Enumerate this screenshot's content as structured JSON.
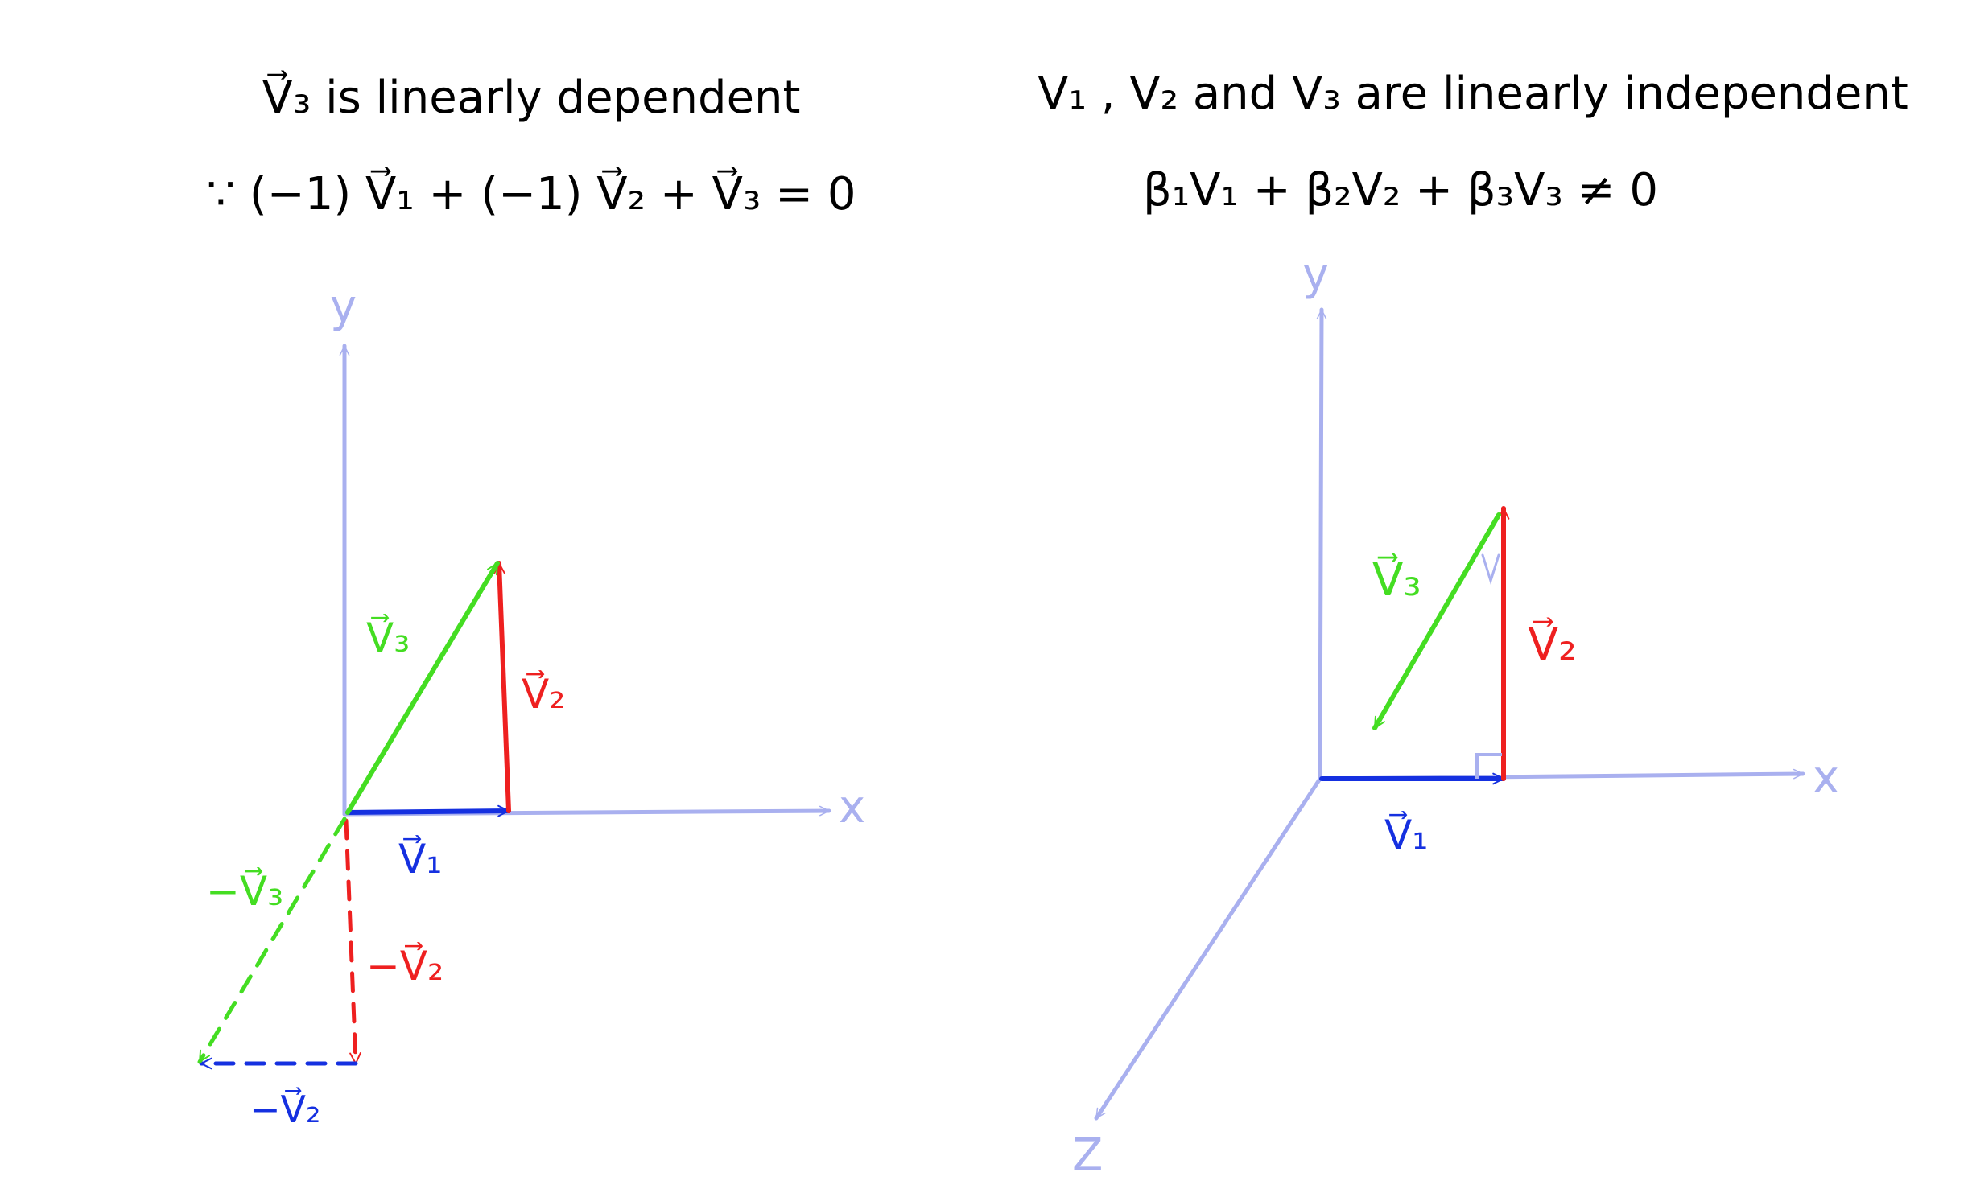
{
  "colors": {
    "axis": "#a9b0ef",
    "v1": "#1530e0",
    "v2": "#ee2020",
    "v3": "#44dd22",
    "ink": "#000000"
  },
  "left": {
    "title_line1": "V⃗₃ is linearly dependent",
    "title_line2": "∵ (−1) V⃗₁ + (−1) V⃗₂ + V⃗₃ = 0",
    "axis_x": "x",
    "axis_y": "y",
    "label_v1": "V⃗₁",
    "label_v2": "V⃗₂",
    "label_v3": "V⃗₃",
    "label_neg_v1": "−V⃗₂",
    "label_neg_v2": "−V⃗₂",
    "label_neg_v3": "−V⃗₃"
  },
  "right": {
    "title_line1": "V₁ , V₂ and V₃ are linearly independent",
    "title_line2": "β₁V₁ + β₂V₂ + β₃V₃ ≠ 0",
    "axis_x": "x",
    "axis_y": "y",
    "axis_z": "Z",
    "label_v1": "V⃗₁",
    "label_v2": "V⃗₂",
    "label_v3": "V⃗₃"
  }
}
